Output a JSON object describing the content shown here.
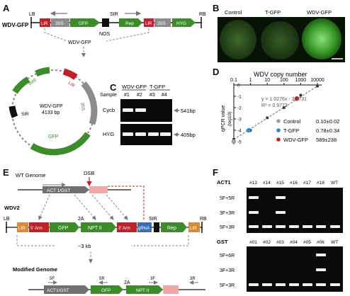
{
  "panels": {
    "A": {
      "letter": "A",
      "construct_name": "WDV-GFP",
      "lb": "LB",
      "rb": "RB",
      "lir": "LIR",
      "p35s": "35S",
      "gfp": "GFP",
      "sir": "SIR",
      "nos": "NOS",
      "rep": "Rep",
      "hyg": "HYG",
      "product_label": "WDV-GFP",
      "circle_title": "WDV-GFP",
      "circle_size": "4133 bp",
      "circle_lir": "LIR",
      "circle_rep": "Rep",
      "circle_sir": "SIR",
      "circle_35s": "35S",
      "circle_gfp": "GFP"
    },
    "B": {
      "letter": "B",
      "labels": [
        "Control",
        "T-GFP",
        "WDV-GFP"
      ]
    },
    "C": {
      "letter": "C",
      "group1": "WDV-GFP",
      "group2": "T-GFP",
      "sample_label": "Sample",
      "lanes": [
        "#1",
        "#2",
        "#3",
        "#4"
      ],
      "rows": [
        {
          "name": "Cycb",
          "size": "541bp"
        },
        {
          "name": "HYG",
          "size": "405bp"
        }
      ]
    },
    "D": {
      "letter": "D",
      "x_title": "WDV copy number",
      "x_ticks": [
        "0.1",
        "1",
        "10",
        "100",
        "1000",
        "10000"
      ],
      "y_title": "qPCR value",
      "y_title2": "(log10)",
      "y_ticks": [
        "0",
        "-1",
        "-2",
        "-3",
        "-4",
        "-5"
      ],
      "equation": "y = 1.0276x - 3.9731",
      "r2": "R² = 0.9773",
      "legend": [
        {
          "name": "Control",
          "value": "0.10±0.02",
          "color": "#9e9e9e"
        },
        {
          "name": "T-GFP",
          "value": "0.78±0.34",
          "color": "#2a8ac4"
        },
        {
          "name": "WDV-GFP",
          "value": "589±238",
          "color": "#c0202a"
        }
      ]
    },
    "E": {
      "letter": "E",
      "wt_genome": "WT Genome",
      "dsb": "DSB",
      "act_gst": "ACT 1/GST",
      "wdv2": "WDV2",
      "lb": "LB",
      "rb": "RB",
      "lir": "LIR",
      "five_arm": "5' Arm",
      "gfp": "GFP",
      "two_a": "2A",
      "nptii": "NPT II",
      "three_arm": "3' Arm",
      "grna": "gRNA",
      "sir": "SIR",
      "rep": "Rep",
      "lir_right": "LIR",
      "size": "~3 kb",
      "modified": "Modified Genome",
      "act_gst_mod": "ACT1/GST",
      "gfp_mod": "GFP",
      "two_a_mod": "2A",
      "nptii_mod": "NPT II",
      "primers": [
        "5F",
        "5R",
        "3F",
        "3R"
      ]
    },
    "F": {
      "letter": "F",
      "act1": {
        "title": "ACT1",
        "lanes": [
          "#13",
          "#14",
          "#15",
          "#16",
          "#17",
          "#18",
          "WT"
        ],
        "rows": [
          "5F+5R",
          "3F+3R",
          "5F+3R"
        ]
      },
      "gst": {
        "title": "GST",
        "lanes": [
          "#01",
          "#02",
          "#03",
          "#04",
          "#05",
          "#06",
          "WT"
        ],
        "rows": [
          "5F+6R",
          "3F+3R",
          "5F+3R"
        ]
      }
    }
  },
  "chart_data": {
    "type": "scatter",
    "title": "",
    "xlabel": "WDV copy number",
    "ylabel": "qPCR value (log10)",
    "x_scale": "log",
    "xlim": [
      0.1,
      10000
    ],
    "ylim": [
      -5,
      0
    ],
    "series": [
      {
        "values": [
          {
            "x": 0.1,
            "y": -4.8
          },
          {
            "x": 1,
            "y": -4.0
          },
          {
            "x": 10,
            "y": -2.9
          },
          {
            "x": 100,
            "y": -2.0
          },
          {
            "x": 1000,
            "y": -0.9
          },
          {
            "x": 10000,
            "y": -0.1
          }
        ]
      },
      {
        "name": "Control",
        "values": [
          {
            "x": 0.1,
            "y": -5.0
          }
        ]
      },
      {
        "name": "T-GFP",
        "values": [
          {
            "x": 0.78,
            "y": -4.0
          }
        ]
      },
      {
        "name": "WDV-GFP",
        "values": [
          {
            "x": 589,
            "y": -1.2
          }
        ]
      }
    ]
  }
}
